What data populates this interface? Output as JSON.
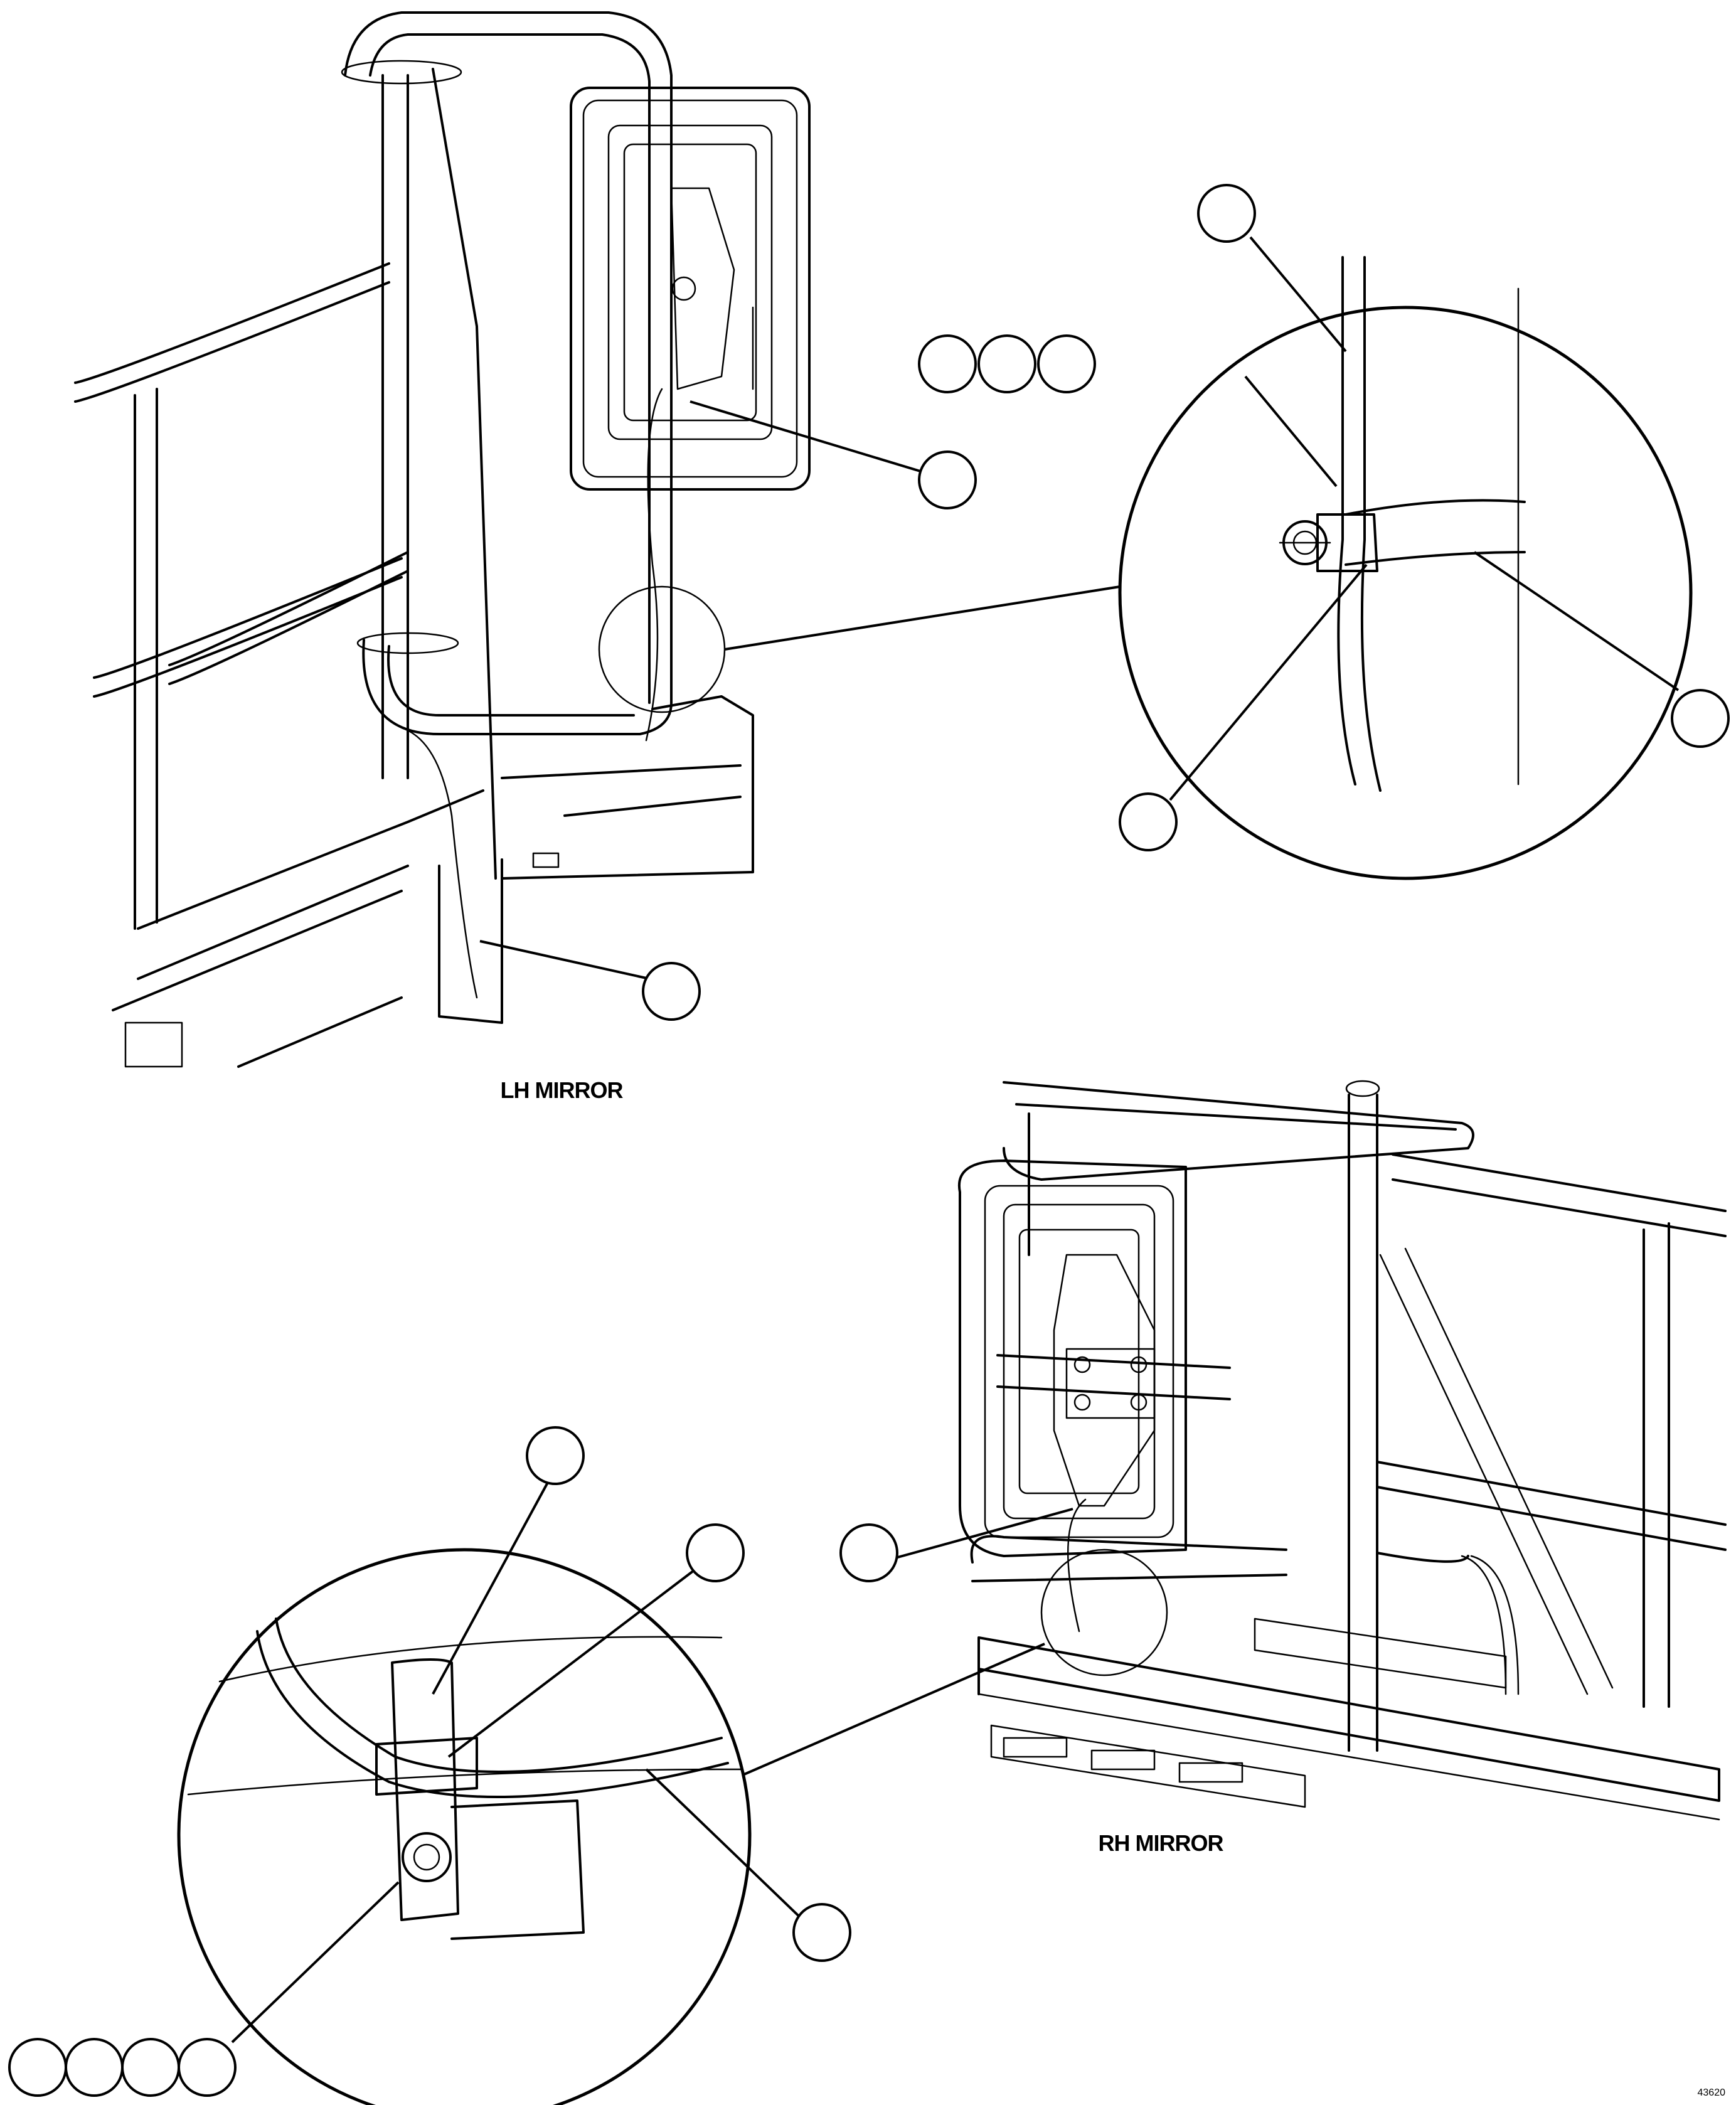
{
  "diagram": {
    "views": [
      {
        "id": "lh",
        "caption": "LH MIRROR"
      },
      {
        "id": "rh",
        "caption": "RH MIRROR"
      }
    ],
    "figure_number": "43620",
    "callout_bubbles": [
      {
        "id": "lh-detail-top",
        "text": ""
      },
      {
        "id": "lh-detail-a",
        "text": ""
      },
      {
        "id": "lh-detail-b",
        "text": ""
      },
      {
        "id": "lh-detail-c",
        "text": ""
      },
      {
        "id": "lh-mirror-pivot",
        "text": ""
      },
      {
        "id": "lh-detail-right",
        "text": ""
      },
      {
        "id": "lh-detail-bottom",
        "text": ""
      },
      {
        "id": "lh-lower-bracket",
        "text": ""
      },
      {
        "id": "rh-detail-top",
        "text": ""
      },
      {
        "id": "rh-detail-mid",
        "text": ""
      },
      {
        "id": "rh-mirror-pivot",
        "text": ""
      },
      {
        "id": "rh-detail-right",
        "text": ""
      },
      {
        "id": "rh-nut-a",
        "text": ""
      },
      {
        "id": "rh-nut-b",
        "text": ""
      },
      {
        "id": "rh-nut-c",
        "text": ""
      },
      {
        "id": "rh-nut-d",
        "text": ""
      }
    ]
  }
}
